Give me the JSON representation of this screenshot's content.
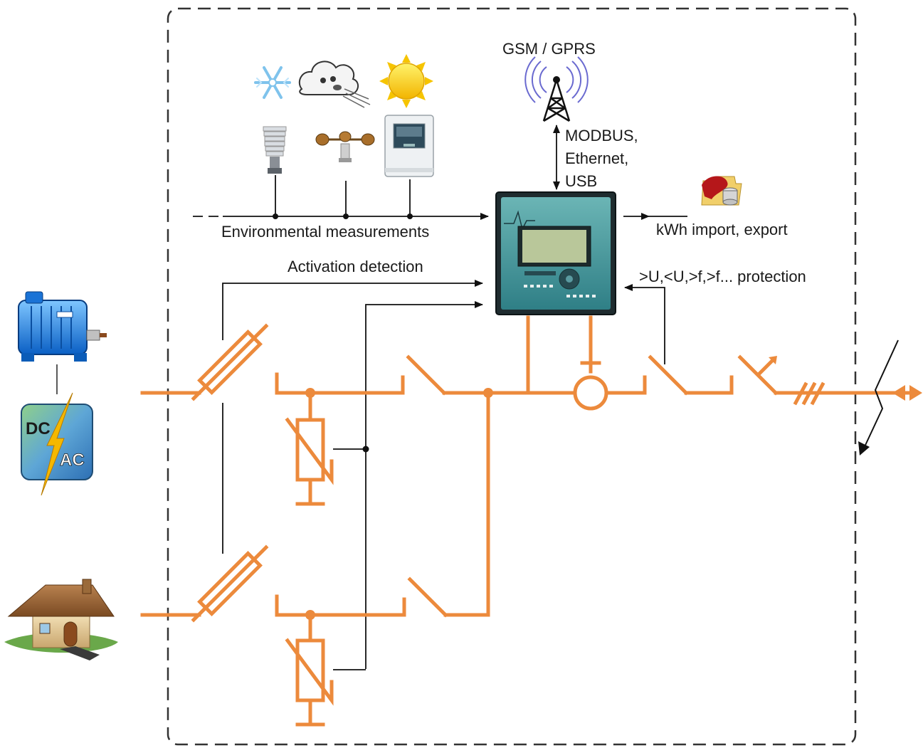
{
  "labels": {
    "gsm": "GSM / GPRS",
    "modbus_1": "MODBUS,",
    "modbus_2": "Ethernet,",
    "modbus_3": "USB",
    "environmental": "Environmental measurements",
    "activation": "Activation detection",
    "kwh": "kWh import, export",
    "protection": ">U,<U,>f,>f... protection"
  },
  "icons": {
    "snow": "snowflake-icon",
    "wind": "wind-cloud-icon",
    "sun": "sun-icon",
    "temp_sensor": "temperature-sensor-icon",
    "anemometer": "anemometer-icon",
    "irradiance": "irradiance-sensor-icon",
    "antenna": "antenna-tower-icon",
    "database": "database-folder-icon",
    "motor": "electric-motor-icon",
    "inverter": "dc-ac-inverter-icon",
    "house": "house-icon"
  },
  "inverter_icon": {
    "dc": "DC",
    "ac": "AC"
  },
  "colors": {
    "power_line": "#ec8a3c",
    "signal_line": "#111111",
    "border": "#333333"
  }
}
